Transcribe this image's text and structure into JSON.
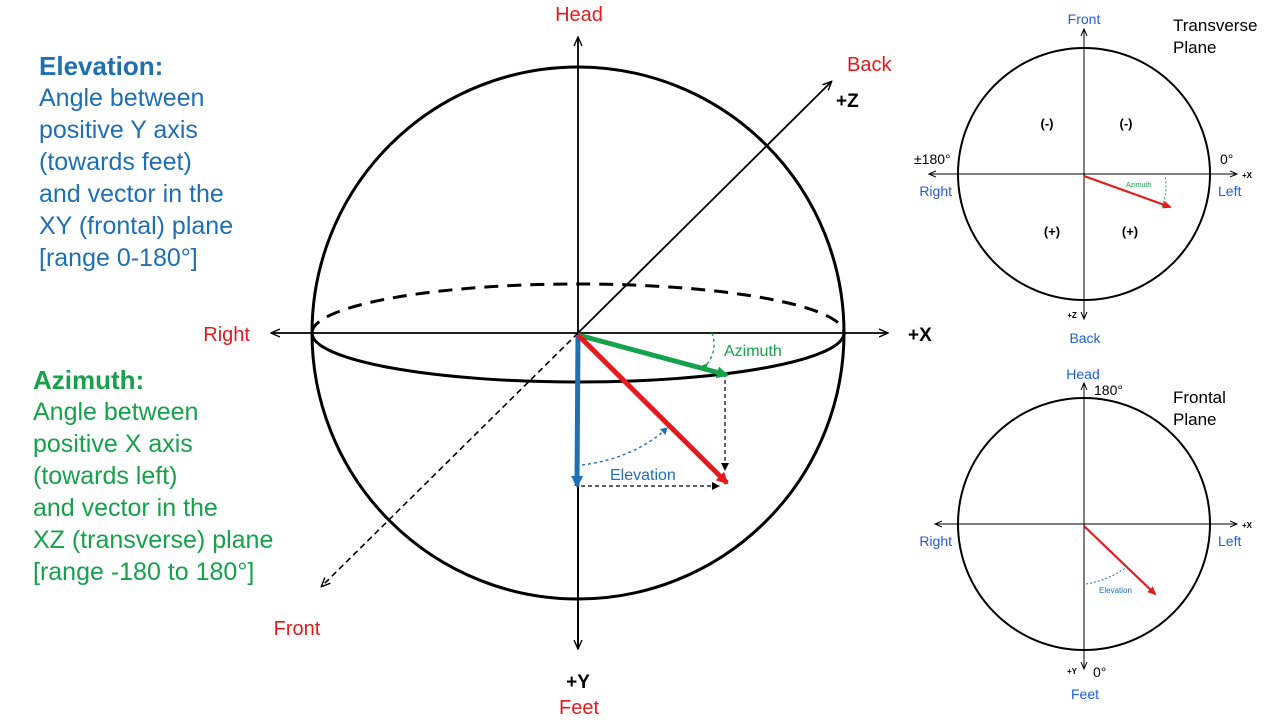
{
  "colors": {
    "elevation_blue": "#1f6fb3",
    "azimuth_green": "#17a14b",
    "vector_red": "#e41a1c",
    "axis_black": "#000000",
    "label_red": "#e41a1c",
    "label_blue": "#1f5fd6"
  },
  "elevation_definition": {
    "title": "Elevation:",
    "lines": [
      "Angle between",
      "positive Y axis",
      "(towards feet)",
      "and vector in the",
      "XY (frontal) plane",
      "[range 0-180°]"
    ]
  },
  "azimuth_definition": {
    "title": "Azimuth:",
    "lines": [
      "Angle between",
      "positive X axis",
      "(towards left)",
      "and vector in the",
      "XZ (transverse) plane",
      "[range -180 to 180°]"
    ]
  },
  "sphere": {
    "head": "Head",
    "feet": "Feet",
    "plus_y": "+Y",
    "right": "Right",
    "plus_x": "+X",
    "back": "Back",
    "plus_z": "+Z",
    "front": "Front",
    "azimuth_label": "Azimuth",
    "elevation_label": "Elevation"
  },
  "transverse_plane": {
    "title_line1": "Transverse",
    "title_line2": "Plane",
    "front": "Front",
    "back": "Back",
    "plus_z": "+Z",
    "right": "Right",
    "left": "Left",
    "plus_x": "+X",
    "angle_180": "±180°",
    "angle_0": "0°",
    "quadrant_top_left": "(-)",
    "quadrant_top_right": "(-)",
    "quadrant_bottom_left": "(+)",
    "quadrant_bottom_right": "(+)",
    "azimuth_label": "Azimuth"
  },
  "frontal_plane": {
    "title_line1": "Frontal",
    "title_line2": "Plane",
    "head": "Head",
    "feet": "Feet",
    "plus_y": "+Y",
    "right": "Right",
    "left": "Left",
    "plus_x": "+X",
    "angle_180": "180°",
    "angle_0": "0°",
    "elevation_label": "Elevation"
  }
}
